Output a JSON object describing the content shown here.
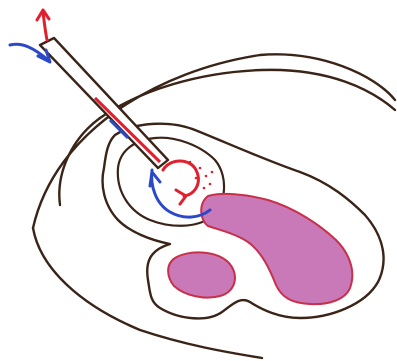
{
  "diagram": {
    "kind": "hand-drawn anatomical sketch",
    "colors": {
      "outline": "#3a2418",
      "tissue_fill": "#c978b8",
      "tissue_edge": "#c8304a",
      "inflow_red": "#e0202e",
      "outflow_blue": "#2a48c8",
      "background": "#ffffff"
    },
    "icons": [
      "catheter",
      "red-flow-arrow",
      "blue-flow-arrow",
      "purple-tissue-region"
    ]
  }
}
